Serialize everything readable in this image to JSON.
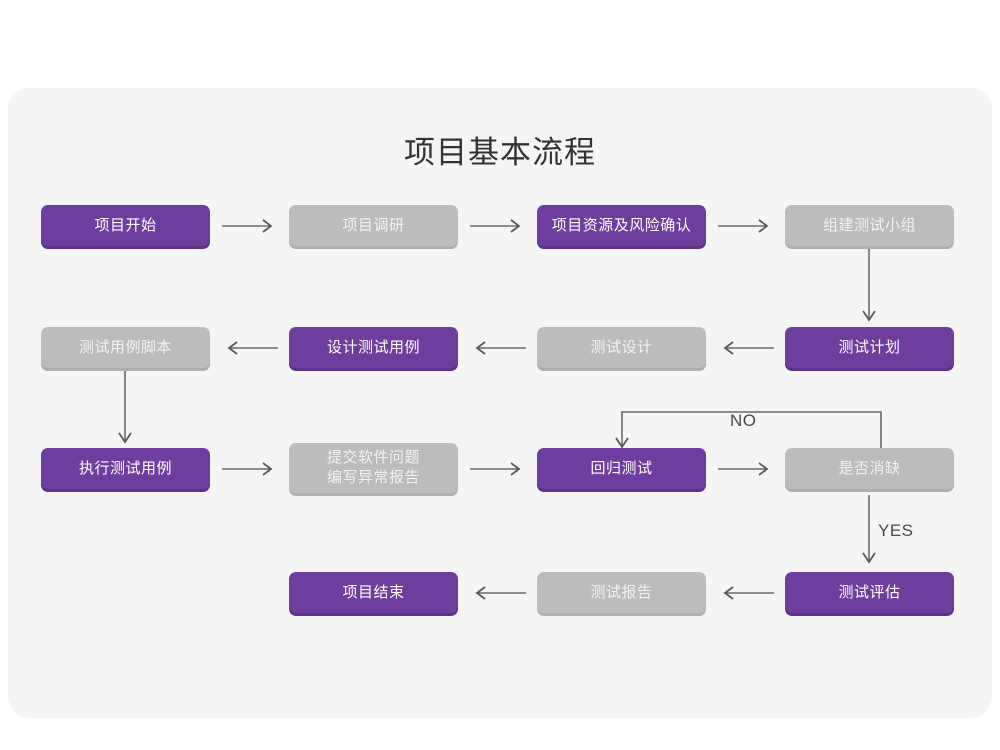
{
  "diagram": {
    "title": "项目基本流程",
    "background_color": "#ffffff",
    "panel_color": "#f5f5f5",
    "accent_purple": "#6d3e9e",
    "accent_gray": "#bcbcbc",
    "connector_color": "#6a6a6a",
    "nodes": [
      {
        "id": "n1",
        "label": "项目开始",
        "style": "purple"
      },
      {
        "id": "n2",
        "label": "项目调研",
        "style": "gray"
      },
      {
        "id": "n3",
        "label": "项目资源及风险确认",
        "style": "purple"
      },
      {
        "id": "n4",
        "label": "组建测试小组",
        "style": "gray"
      },
      {
        "id": "n5",
        "label": "测试用例脚本",
        "style": "gray"
      },
      {
        "id": "n6",
        "label": "设计测试用例",
        "style": "purple"
      },
      {
        "id": "n7",
        "label": "测试设计",
        "style": "gray"
      },
      {
        "id": "n8",
        "label": "测试计划",
        "style": "purple"
      },
      {
        "id": "n9",
        "label": "执行测试用例",
        "style": "purple"
      },
      {
        "id": "n10",
        "label_line1": "提交软件问题",
        "label_line2": "编写异常报告",
        "style": "gray"
      },
      {
        "id": "n11",
        "label": "回归测试",
        "style": "purple"
      },
      {
        "id": "n12",
        "label": "是否消缺",
        "style": "gray"
      },
      {
        "id": "n13",
        "label": "项目结束",
        "style": "purple"
      },
      {
        "id": "n14",
        "label": "测试报告",
        "style": "gray"
      },
      {
        "id": "n15",
        "label": "测试评估",
        "style": "purple"
      }
    ],
    "edge_labels": {
      "no": "NO",
      "yes": "YES"
    }
  }
}
